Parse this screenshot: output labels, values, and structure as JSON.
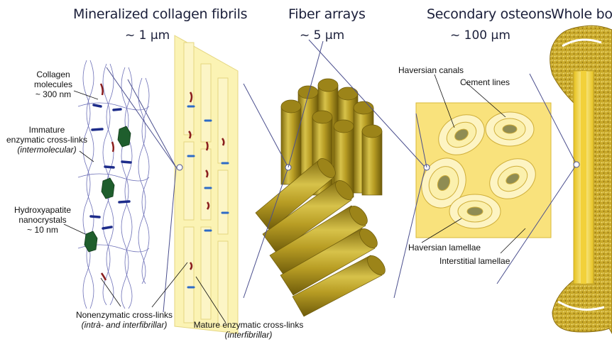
{
  "titles": {
    "fibrils": "Mineralized collagen fibrils",
    "fibrils_scale": "~ 1 μm",
    "arrays": "Fiber arrays",
    "arrays_scale": "~ 5 μm",
    "osteons": "Secondary osteons",
    "osteons_scale": "~ 100 μm",
    "whole": "Whole bone"
  },
  "labels": {
    "collagen_1": "Collagen",
    "collagen_2": "molecules",
    "collagen_3": "~ 300 nm",
    "immature_1": "Immature",
    "immature_2": "enzymatic cross-links",
    "immature_3": "(intermolecular)",
    "hydroxy_1": "Hydroxyapatite",
    "hydroxy_2": "nanocrystals",
    "hydroxy_3": "~ 10 nm",
    "nonenzymatic_1": "Nonenzymatic cross-links",
    "nonenzymatic_2": "(intrà- and interfibrillar)",
    "mature_1": "Mature enzymatic cross-links",
    "mature_2": "(interfibrillar)",
    "haversian_canals": "Haversian canals",
    "cement_lines": "Cement lines",
    "haversian_lamellae": "Haversian lamellae",
    "interstitial_lamellae": "Interstitial lamellae"
  },
  "colors": {
    "fibril_fill": "#fbf3b4",
    "fibril_edge": "#e4d680",
    "cylinder_body": "#c6ad2f",
    "cylinder_top": "#9c8419",
    "osteon_bg": "#f9e27c",
    "canal": "#8f8c53",
    "line": "#4b4f8e",
    "mature_crosslink": "#2e6bc6",
    "nonenzymatic_crosslink": "#8a1e1e",
    "crystal": "#1f5e2d",
    "bone_shaft": "#f2d13a"
  }
}
